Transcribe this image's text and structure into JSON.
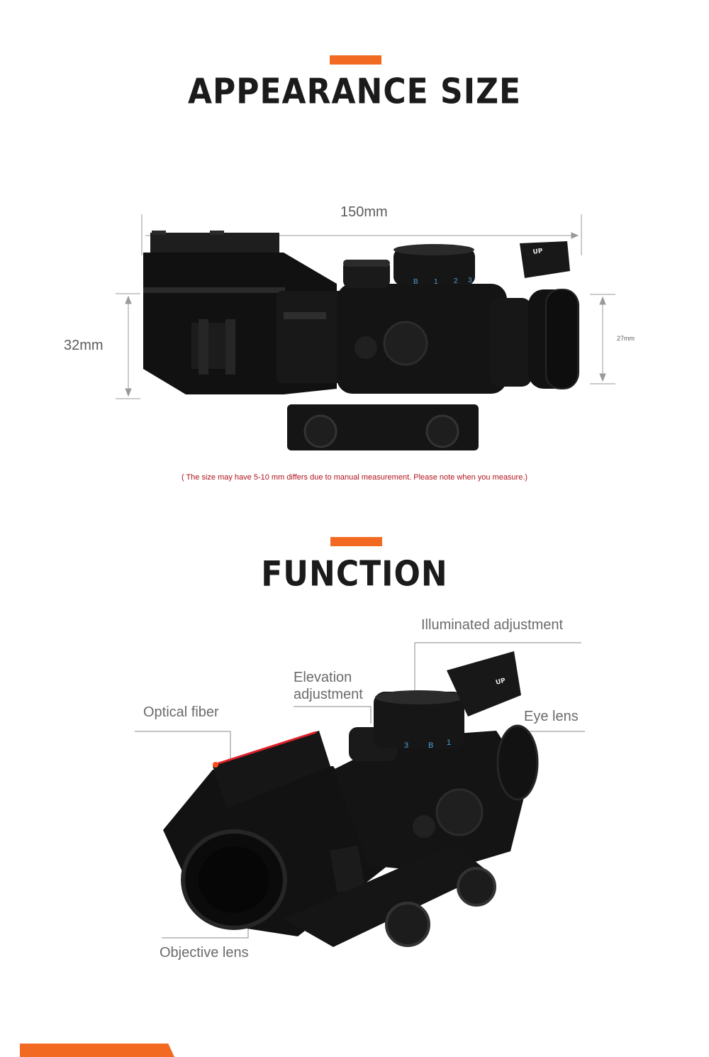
{
  "sections": {
    "appearance": {
      "title": "APPEARANCE SIZE",
      "length_label": "150mm",
      "height_label": "32mm",
      "eyepiece_label": "27mm",
      "note": "( The size may have 5-10 mm differs due to manual measurement. Please note when you measure.)",
      "dial_numbers": [
        "B",
        "1",
        "2",
        "3"
      ],
      "sight_text": "UP"
    },
    "function": {
      "title": "FUNCTION",
      "labels": {
        "illuminated": "Illuminated adjustment",
        "elevation_line1": "Elevation",
        "elevation_line2": "adjustment",
        "optical_fiber": "Optical fiber",
        "eye_lens": "Eye lens",
        "objective_lens": "Objective lens"
      },
      "dial_numbers": [
        "3",
        "B",
        "1"
      ],
      "sight_text": "UP"
    }
  },
  "colors": {
    "accent": "#f26a21",
    "heading": "#1b1b1b",
    "note": "#b0141c",
    "scope_body": "#141414",
    "fiber": "#e0202a"
  }
}
